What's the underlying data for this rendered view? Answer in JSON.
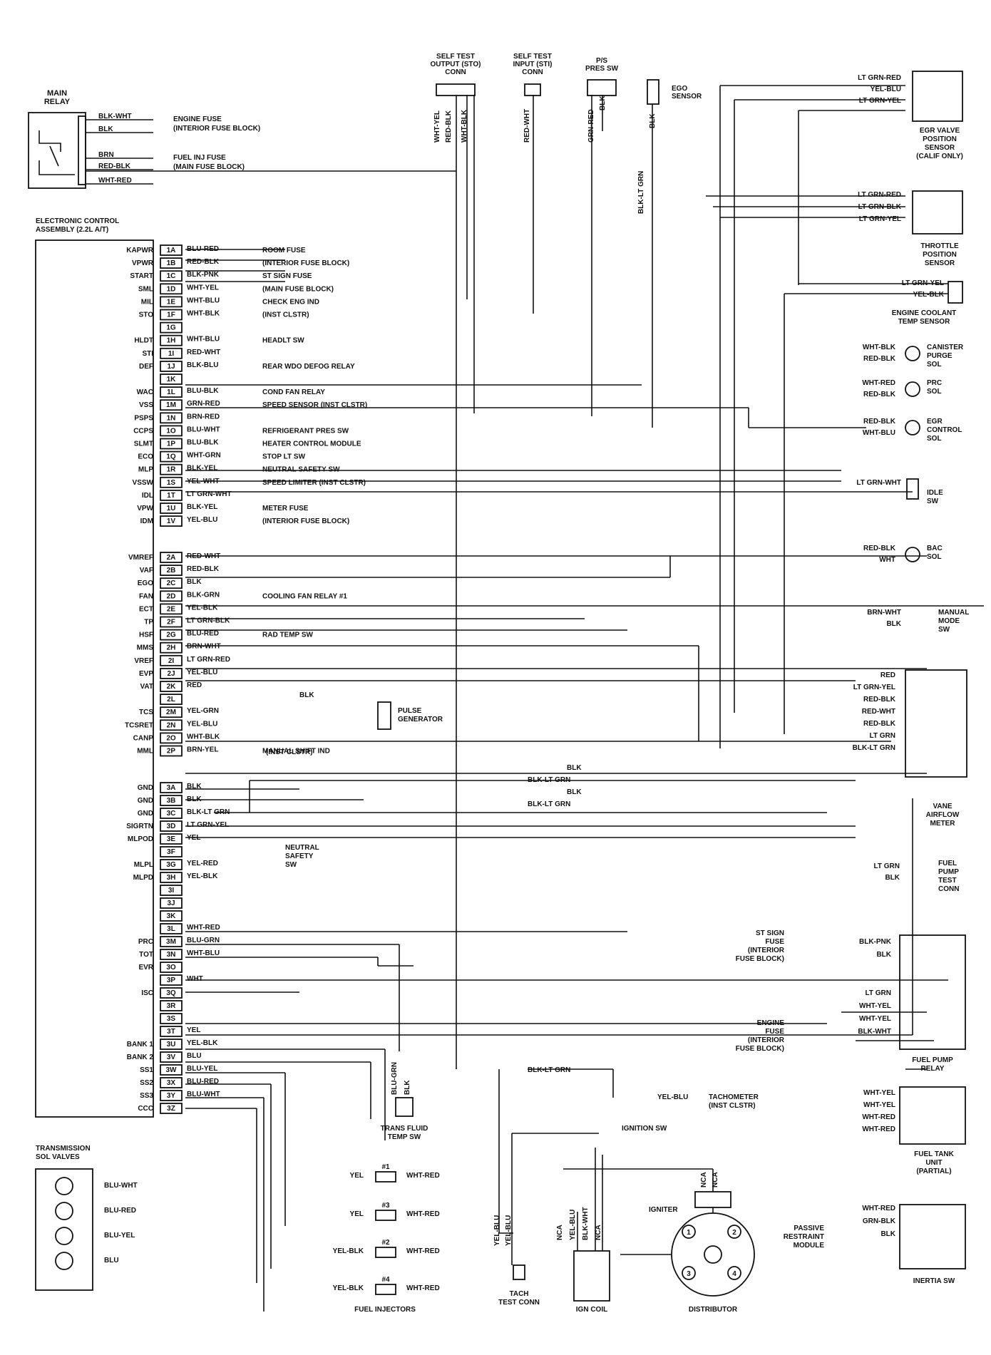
{
  "main_relay": {
    "title": [
      "MAIN",
      "RELAY"
    ],
    "wires": [
      "BLK-WHT",
      "BLK",
      "BRN",
      "RED-BLK",
      "WHT-RED"
    ],
    "dest": [
      "ENGINE FUSE",
      "(INTERIOR FUSE BLOCK)",
      "FUEL INJ FUSE",
      "(MAIN FUSE BLOCK)"
    ]
  },
  "eca_title": [
    "ELECTRONIC CONTROL",
    "ASSEMBLY (2.2L A/T)"
  ],
  "top_connectors": {
    "sto": [
      "SELF TEST",
      "OUTPUT (STO)",
      "CONN"
    ],
    "sti": [
      "SELF TEST",
      "INPUT (STI)",
      "CONN"
    ],
    "ps": [
      "P/S",
      "PRES SW"
    ],
    "ego": [
      "EGO",
      "SENSOR"
    ],
    "vert_wires": [
      "WHT-YEL",
      "RED-BLK",
      "WHT-BLK",
      "RED-WHT",
      "GRN-RED",
      "BLK",
      "BLK",
      "BLK-LT GRN"
    ]
  },
  "pins_1": [
    {
      "sig": "KAPWR",
      "pin": "1A",
      "wire": "BLU-RED",
      "dest": "ROOM FUSE"
    },
    {
      "sig": "VPWR",
      "pin": "1B",
      "wire": "RED-BLK",
      "dest": "(INTERIOR FUSE BLOCK)"
    },
    {
      "sig": "START",
      "pin": "1C",
      "wire": "BLK-PNK",
      "dest": "ST SIGN FUSE"
    },
    {
      "sig": "SML",
      "pin": "1D",
      "wire": "WHT-YEL",
      "dest": "(MAIN FUSE BLOCK)"
    },
    {
      "sig": "MIL",
      "pin": "1E",
      "wire": "WHT-BLU",
      "dest": "CHECK ENG IND"
    },
    {
      "sig": "STO",
      "pin": "1F",
      "wire": "WHT-BLK",
      "dest": "(INST CLSTR)"
    },
    {
      "sig": "",
      "pin": "1G",
      "wire": "",
      "dest": ""
    },
    {
      "sig": "HLDT",
      "pin": "1H",
      "wire": "WHT-BLU",
      "dest": "HEADLT SW"
    },
    {
      "sig": "STI",
      "pin": "1I",
      "wire": "RED-WHT",
      "dest": ""
    },
    {
      "sig": "DEF",
      "pin": "1J",
      "wire": "BLK-BLU",
      "dest": "REAR WDO DEFOG RELAY"
    },
    {
      "sig": "",
      "pin": "1K",
      "wire": "",
      "dest": ""
    },
    {
      "sig": "WAC",
      "pin": "1L",
      "wire": "BLU-BLK",
      "dest": "COND FAN RELAY"
    },
    {
      "sig": "VSS",
      "pin": "1M",
      "wire": "GRN-RED",
      "dest": "SPEED SENSOR (INST CLSTR)"
    },
    {
      "sig": "PSPS",
      "pin": "1N",
      "wire": "BRN-RED",
      "dest": ""
    },
    {
      "sig": "CCPS",
      "pin": "1O",
      "wire": "BLU-WHT",
      "dest": "REFRIGERANT PRES SW"
    },
    {
      "sig": "SLMT",
      "pin": "1P",
      "wire": "BLU-BLK",
      "dest": "HEATER CONTROL MODULE"
    },
    {
      "sig": "ECO",
      "pin": "1Q",
      "wire": "WHT-GRN",
      "dest": "STOP LT SW"
    },
    {
      "sig": "MLP",
      "pin": "1R",
      "wire": "BLK-YEL",
      "dest": "NEUTRAL SAFETY SW"
    },
    {
      "sig": "VSSW",
      "pin": "1S",
      "wire": "YEL-WHT",
      "dest": "SPEED LIMITER (INST CLSTR)"
    },
    {
      "sig": "IDL",
      "pin": "1T",
      "wire": "LT GRN-WHT",
      "dest": ""
    },
    {
      "sig": "VPW",
      "pin": "1U",
      "wire": "BLK-YEL",
      "dest": "METER FUSE"
    },
    {
      "sig": "IDM",
      "pin": "1V",
      "wire": "YEL-BLU",
      "dest": "(INTERIOR FUSE BLOCK)"
    }
  ],
  "pins_2": [
    {
      "sig": "VMREF",
      "pin": "2A",
      "wire": "RED-WHT",
      "dest": ""
    },
    {
      "sig": "VAF",
      "pin": "2B",
      "wire": "RED-BLK",
      "dest": ""
    },
    {
      "sig": "EGO",
      "pin": "2C",
      "wire": "BLK",
      "dest": ""
    },
    {
      "sig": "FAN",
      "pin": "2D",
      "wire": "BLK-GRN",
      "dest": "COOLING FAN RELAY #1"
    },
    {
      "sig": "ECT",
      "pin": "2E",
      "wire": "YEL-BLK",
      "dest": ""
    },
    {
      "sig": "TP",
      "pin": "2F",
      "wire": "LT GRN-BLK",
      "dest": ""
    },
    {
      "sig": "HSF",
      "pin": "2G",
      "wire": "BLU-RED",
      "dest": "RAD TEMP SW"
    },
    {
      "sig": "MMS",
      "pin": "2H",
      "wire": "BRN-WHT",
      "dest": ""
    },
    {
      "sig": "VREF",
      "pin": "2I",
      "wire": "LT GRN-RED",
      "dest": ""
    },
    {
      "sig": "EVP",
      "pin": "2J",
      "wire": "YEL-BLU",
      "dest": ""
    },
    {
      "sig": "VAT",
      "pin": "2K",
      "wire": "RED",
      "dest": ""
    },
    {
      "sig": "",
      "pin": "2L",
      "wire": "",
      "dest": ""
    },
    {
      "sig": "TCS",
      "pin": "2M",
      "wire": "YEL-GRN",
      "dest": ""
    },
    {
      "sig": "TCSRET",
      "pin": "2N",
      "wire": "YEL-BLU",
      "dest": ""
    },
    {
      "sig": "CANP",
      "pin": "2O",
      "wire": "WHT-BLK",
      "dest": ""
    },
    {
      "sig": "MML",
      "pin": "2P",
      "wire": "BRN-YEL",
      "dest": "MANUAL SHIFT IND"
    }
  ],
  "pins_3": [
    {
      "sig": "GND",
      "pin": "3A",
      "wire": "BLK",
      "dest": ""
    },
    {
      "sig": "GND",
      "pin": "3B",
      "wire": "BLK",
      "dest": ""
    },
    {
      "sig": "GND",
      "pin": "3C",
      "wire": "BLK-LT GRN",
      "dest": ""
    },
    {
      "sig": "SIGRTN",
      "pin": "3D",
      "wire": "LT GRN-YEL",
      "dest": ""
    },
    {
      "sig": "MLPOD",
      "pin": "3E",
      "wire": "YEL",
      "dest": ""
    },
    {
      "sig": "",
      "pin": "3F",
      "wire": "",
      "dest": ""
    },
    {
      "sig": "MLPL",
      "pin": "3G",
      "wire": "YEL-RED",
      "dest": ""
    },
    {
      "sig": "MLPD",
      "pin": "3H",
      "wire": "YEL-BLK",
      "dest": ""
    },
    {
      "sig": "",
      "pin": "3I",
      "wire": "",
      "dest": ""
    },
    {
      "sig": "",
      "pin": "3J",
      "wire": "",
      "dest": ""
    },
    {
      "sig": "",
      "pin": "3K",
      "wire": "",
      "dest": ""
    },
    {
      "sig": "",
      "pin": "3L",
      "wire": "WHT-RED",
      "dest": ""
    },
    {
      "sig": "PRC",
      "pin": "3M",
      "wire": "BLU-GRN",
      "dest": ""
    },
    {
      "sig": "TOT",
      "pin": "3N",
      "wire": "WHT-BLU",
      "dest": ""
    },
    {
      "sig": "EVR",
      "pin": "3O",
      "wire": "",
      "dest": ""
    },
    {
      "sig": "",
      "pin": "3P",
      "wire": "WHT",
      "dest": ""
    },
    {
      "sig": "ISC",
      "pin": "3Q",
      "wire": "",
      "dest": ""
    },
    {
      "sig": "",
      "pin": "3R",
      "wire": "",
      "dest": ""
    },
    {
      "sig": "",
      "pin": "3S",
      "wire": "",
      "dest": ""
    },
    {
      "sig": "",
      "pin": "3T",
      "wire": "YEL",
      "dest": ""
    },
    {
      "sig": "BANK 1",
      "pin": "3U",
      "wire": "YEL-BLK",
      "dest": ""
    },
    {
      "sig": "BANK 2",
      "pin": "3V",
      "wire": "BLU",
      "dest": ""
    },
    {
      "sig": "SS1",
      "pin": "3W",
      "wire": "BLU-YEL",
      "dest": ""
    },
    {
      "sig": "SS2",
      "pin": "3X",
      "wire": "BLU-RED",
      "dest": ""
    },
    {
      "sig": "SS3",
      "pin": "3Y",
      "wire": "BLU-WHT",
      "dest": ""
    },
    {
      "sig": "CCC",
      "pin": "3Z",
      "wire": "",
      "dest": ""
    }
  ],
  "misc_left": {
    "pulse_gen": [
      "PULSE",
      "GENERATOR"
    ],
    "blk": "BLK",
    "manual_shift": "(INST CLSTR)",
    "neutral_safety": [
      "NEUTRAL",
      "SAFETY",
      "SW"
    ],
    "gnd_wires": [
      "BLK",
      "BLK-LT GRN",
      "BLK",
      "BLK-LT GRN"
    ]
  },
  "right_components": {
    "egr_vps": {
      "wires": [
        "LT GRN-RED",
        "YEL-BLU",
        "LT GRN-YEL"
      ],
      "name": [
        "EGR VALVE",
        "POSITION",
        "SENSOR",
        "(CALIF ONLY)"
      ]
    },
    "tps": {
      "wires": [
        "LT GRN-RED",
        "LT GRN-BLK",
        "LT GRN-YEL"
      ],
      "name": [
        "THROTTLE",
        "POSITION",
        "SENSOR"
      ]
    },
    "ect": {
      "wires": [
        "LT GRN-YEL",
        "YEL-BLK"
      ],
      "name": [
        "ENGINE COOLANT",
        "TEMP SENSOR"
      ]
    },
    "canister": {
      "wires": [
        "WHT-BLK",
        "RED-BLK"
      ],
      "name": [
        "CANISTER",
        "PURGE",
        "SOL"
      ]
    },
    "prc": {
      "wires": [
        "WHT-RED",
        "RED-BLK"
      ],
      "name": [
        "PRC",
        "SOL"
      ]
    },
    "egr_ctl": {
      "wires": [
        "RED-BLK",
        "WHT-BLU"
      ],
      "name": [
        "EGR",
        "CONTROL",
        "SOL"
      ]
    },
    "idle": {
      "wires": [
        "LT GRN-WHT"
      ],
      "name": [
        "IDLE",
        "SW"
      ]
    },
    "bac": {
      "wires": [
        "RED-BLK",
        "WHT"
      ],
      "name": [
        "BAC",
        "SOL"
      ]
    },
    "manual_mode": {
      "wires": [
        "BRN-WHT",
        "BLK"
      ],
      "name": [
        "MANUAL",
        "MODE",
        "SW"
      ]
    },
    "vane": {
      "wires": [
        "RED",
        "LT GRN-YEL",
        "RED-BLK",
        "RED-WHT",
        "RED-BLK",
        "LT GRN",
        "BLK-LT GRN"
      ],
      "name": [
        "VANE",
        "AIRFLOW",
        "METER"
      ]
    },
    "fuel_test": {
      "wires": [
        "LT GRN",
        "BLK"
      ],
      "name": [
        "FUEL",
        "PUMP",
        "TEST",
        "CONN"
      ]
    },
    "pump_relay": {
      "wires": [
        "BLK-PNK",
        "BLK",
        "LT GRN",
        "WHT-YEL",
        "WHT-YEL",
        "BLK-WHT"
      ],
      "name": [
        "FUEL PUMP",
        "RELAY"
      ],
      "st_sign": [
        "ST SIGN",
        "FUSE",
        "(INTERIOR",
        "FUSE BLOCK)"
      ],
      "eng_fuse": [
        "ENGINE",
        "FUSE",
        "(INTERIOR",
        "FUSE BLOCK)"
      ]
    },
    "tank": {
      "wires": [
        "WHT-YEL",
        "WHT-YEL",
        "WHT-RED",
        "WHT-RED"
      ],
      "name": [
        "FUEL TANK",
        "UNIT",
        "(PARTIAL)"
      ]
    },
    "inertia": {
      "wires": [
        "WHT-RED",
        "GRN-BLK",
        "BLK"
      ],
      "name": [
        "INERTIA SW"
      ],
      "prm": [
        "PASSIVE",
        "RESTRAINT",
        "MODULE"
      ]
    }
  },
  "bottom": {
    "trans_sol": {
      "title": [
        "TRANSMISSION",
        "SOL VALVES"
      ],
      "wires": [
        "BLU-WHT",
        "BLU-RED",
        "BLU-YEL",
        "BLU"
      ]
    },
    "trans_fluid": {
      "wires": [
        "BLU-GRN",
        "BLK"
      ],
      "name": [
        "TRANS FLUID",
        "TEMP SW"
      ]
    },
    "tach": {
      "wires": [
        "BLK-LT GRN",
        "YEL-BLU"
      ],
      "dest": [
        "TACHOMETER",
        "(INST CLSTR)"
      ]
    },
    "injectors": {
      "name": "FUEL INJECTORS",
      "items": [
        {
          "num": "#1",
          "left": "YEL",
          "right": "WHT-RED"
        },
        {
          "num": "#3",
          "left": "YEL",
          "right": "WHT-RED"
        },
        {
          "num": "#2",
          "left": "YEL-BLK",
          "right": "WHT-RED"
        },
        {
          "num": "#4",
          "left": "YEL-BLK",
          "right": "WHT-RED"
        }
      ]
    },
    "tach_conn": {
      "wires": [
        "YEL-BLU",
        "YEL-BLU"
      ],
      "name": [
        "TACH",
        "TEST CONN"
      ]
    },
    "ign_coil": {
      "wires": [
        "NCA",
        "YEL-BLU",
        "BLK-WHT",
        "NCA"
      ],
      "name": "IGN COIL"
    },
    "ign_sw": "IGNITION SW",
    "distributor": {
      "name": "DISTRIBUTOR",
      "igniter": "IGNITER",
      "wires": [
        "NCA",
        "NCA"
      ],
      "nums": [
        "1",
        "2",
        "3",
        "4"
      ]
    }
  }
}
